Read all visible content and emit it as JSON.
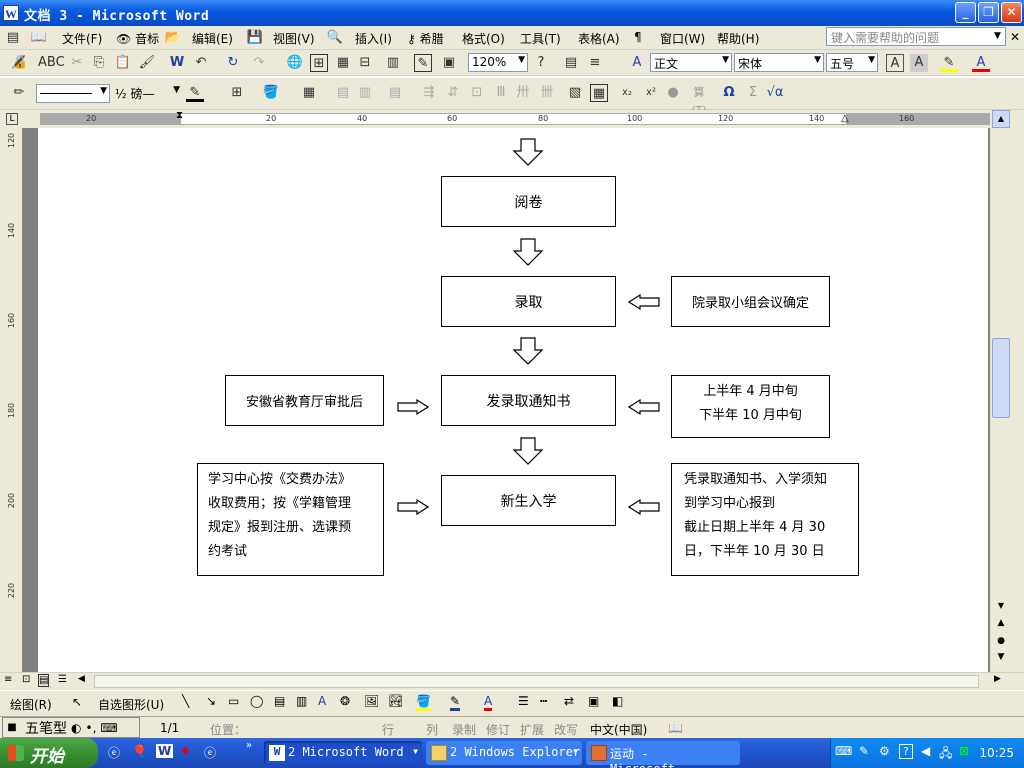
{
  "window": {
    "title": "文档 3 - Microsoft Word"
  },
  "menu": [
    "文件(F)",
    "音标",
    "编辑(E)",
    "视图(V)",
    "插入(I)",
    "希腊",
    "格式(O)",
    "工具(T)",
    "表格(A)",
    "¶",
    "窗口(W)",
    "帮助(H)"
  ],
  "help_search": {
    "placeholder": "键入需要帮助的问题"
  },
  "toolbar2": {
    "zoom": "120%",
    "style": "正文",
    "font": "宋体",
    "size": "五号"
  },
  "toolbar3": {
    "line_width": "½ 磅—"
  },
  "ruler": {
    "h_ticks": [
      "20",
      "20",
      "40",
      "60",
      "80",
      "100",
      "120",
      "140",
      "160"
    ],
    "v_ticks": [
      "120",
      "140",
      "160",
      "180",
      "200",
      "220"
    ]
  },
  "flowchart": {
    "center": [
      "阅卷",
      "录取",
      "发录取通知书",
      "新生入学"
    ],
    "right_notes": {
      "admission": "院录取小组会议确定",
      "notice": [
        "上半年 4 月中旬",
        "下半年 10 月中旬"
      ],
      "enroll": [
        "凭录取通知书、入学须知",
        "到学习中心报到",
        "截止日期上半年 4 月 30",
        "日，下半年 10 月 30 日"
      ]
    },
    "left_notes": {
      "notice": "安徽省教育厅审批后",
      "enroll": [
        "学习中心按《交费办法》",
        "收取费用；按《学籍管理",
        "规定》报到注册、选课预",
        "约考试"
      ]
    }
  },
  "drawbar": {
    "draw": "绘图(R)",
    "autoshape": "自选图形(U)"
  },
  "status": {
    "ime": "五笔型",
    "page": "1/1",
    "position": "位置：",
    "row": "行",
    "col": "列",
    "rec": "录制",
    "trk": "修订",
    "ext": "扩展",
    "ovr": "改写",
    "lang": "中文(中国)"
  },
  "taskbar": {
    "start": "开始",
    "tasks": [
      "2 Microsoft Word",
      "2 Windows Explorer",
      "运动 - Microsoft..."
    ],
    "clock": "10:25"
  }
}
